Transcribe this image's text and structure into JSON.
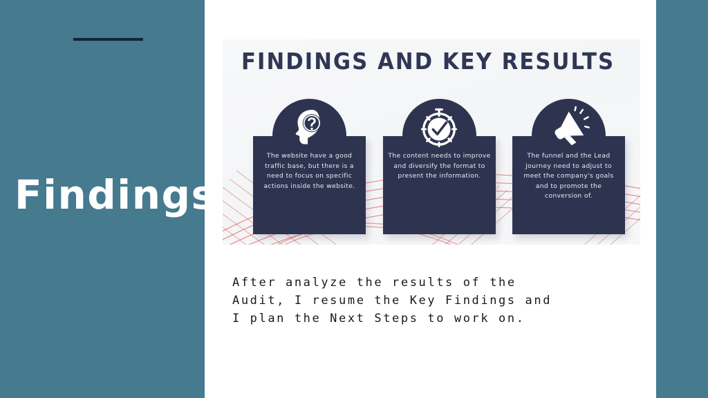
{
  "slide": {
    "title": "Findings",
    "background_color": "#ffffff",
    "panel_color": "#457a8f",
    "rule_color": "#152238"
  },
  "infographic": {
    "title": "FINDINGS AND KEY RESULTS",
    "title_color": "#303754",
    "card_color": "#2e3450",
    "accent_line_color": "#d9645f",
    "cards": [
      {
        "icon": "head-question-icon",
        "text": "The website have a good traffic base, but there is a need to focus on specific actions inside the website."
      },
      {
        "icon": "stopwatch-check-icon",
        "text": "The content needs to improve and diversify the format to present the information."
      },
      {
        "icon": "megaphone-icon",
        "text": "The funnel and the Lead Journey need to adjust to meet the company's goals and to promote the conversion of."
      }
    ]
  },
  "caption": {
    "line1": "After analyze the results of the",
    "line2": "Audit, I resume the Key Findings and",
    "line3": "I plan the Next Steps to work on."
  }
}
